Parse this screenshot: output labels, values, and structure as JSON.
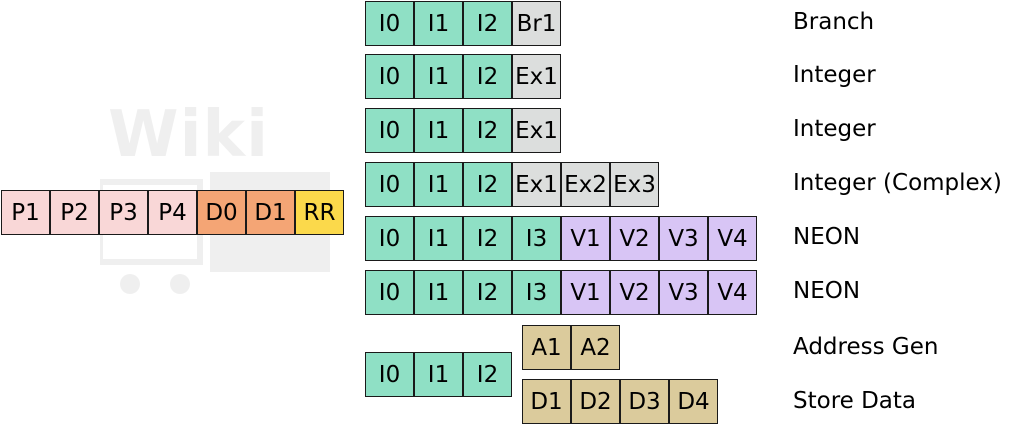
{
  "palette": {
    "frontend": "#f9d7d7",
    "decode": "#f4a575",
    "rename": "#fbd94b",
    "issue": "#8fe0c5",
    "execute": "#dcdedd",
    "neon": "#d8c5f5",
    "address": "#dbcb9c"
  },
  "frontend": {
    "stages": [
      {
        "label": "P1",
        "kind": "frontend"
      },
      {
        "label": "P2",
        "kind": "frontend"
      },
      {
        "label": "P3",
        "kind": "frontend"
      },
      {
        "label": "P4",
        "kind": "frontend"
      },
      {
        "label": "D0",
        "kind": "decode"
      },
      {
        "label": "D1",
        "kind": "decode"
      },
      {
        "label": "RR",
        "kind": "rename"
      }
    ]
  },
  "pipelines": [
    {
      "name": "Branch",
      "stages": [
        {
          "label": "I0",
          "kind": "issue"
        },
        {
          "label": "I1",
          "kind": "issue"
        },
        {
          "label": "I2",
          "kind": "issue"
        },
        {
          "label": "Br1",
          "kind": "execute"
        }
      ]
    },
    {
      "name": "Integer",
      "stages": [
        {
          "label": "I0",
          "kind": "issue"
        },
        {
          "label": "I1",
          "kind": "issue"
        },
        {
          "label": "I2",
          "kind": "issue"
        },
        {
          "label": "Ex1",
          "kind": "execute"
        }
      ]
    },
    {
      "name": "Integer",
      "stages": [
        {
          "label": "I0",
          "kind": "issue"
        },
        {
          "label": "I1",
          "kind": "issue"
        },
        {
          "label": "I2",
          "kind": "issue"
        },
        {
          "label": "Ex1",
          "kind": "execute"
        }
      ]
    },
    {
      "name": "Integer (Complex)",
      "stages": [
        {
          "label": "I0",
          "kind": "issue"
        },
        {
          "label": "I1",
          "kind": "issue"
        },
        {
          "label": "I2",
          "kind": "issue"
        },
        {
          "label": "Ex1",
          "kind": "execute"
        },
        {
          "label": "Ex2",
          "kind": "execute"
        },
        {
          "label": "Ex3",
          "kind": "execute"
        }
      ]
    },
    {
      "name": "NEON",
      "stages": [
        {
          "label": "I0",
          "kind": "issue"
        },
        {
          "label": "I1",
          "kind": "issue"
        },
        {
          "label": "I2",
          "kind": "issue"
        },
        {
          "label": "I3",
          "kind": "issue"
        },
        {
          "label": "V1",
          "kind": "neon"
        },
        {
          "label": "V2",
          "kind": "neon"
        },
        {
          "label": "V3",
          "kind": "neon"
        },
        {
          "label": "V4",
          "kind": "neon"
        }
      ]
    },
    {
      "name": "NEON",
      "stages": [
        {
          "label": "I0",
          "kind": "issue"
        },
        {
          "label": "I1",
          "kind": "issue"
        },
        {
          "label": "I2",
          "kind": "issue"
        },
        {
          "label": "I3",
          "kind": "issue"
        },
        {
          "label": "V1",
          "kind": "neon"
        },
        {
          "label": "V2",
          "kind": "neon"
        },
        {
          "label": "V3",
          "kind": "neon"
        },
        {
          "label": "V4",
          "kind": "neon"
        }
      ]
    }
  ],
  "load_store": {
    "issue_stages": [
      {
        "label": "I0",
        "kind": "issue"
      },
      {
        "label": "I1",
        "kind": "issue"
      },
      {
        "label": "I2",
        "kind": "issue"
      }
    ],
    "address_gen": {
      "name": "Address Gen",
      "stages": [
        {
          "label": "A1",
          "kind": "address"
        },
        {
          "label": "A2",
          "kind": "address"
        }
      ]
    },
    "store_data": {
      "name": "Store Data",
      "stages": [
        {
          "label": "D1",
          "kind": "address"
        },
        {
          "label": "D2",
          "kind": "address"
        },
        {
          "label": "D3",
          "kind": "address"
        },
        {
          "label": "D4",
          "kind": "address"
        }
      ]
    }
  }
}
